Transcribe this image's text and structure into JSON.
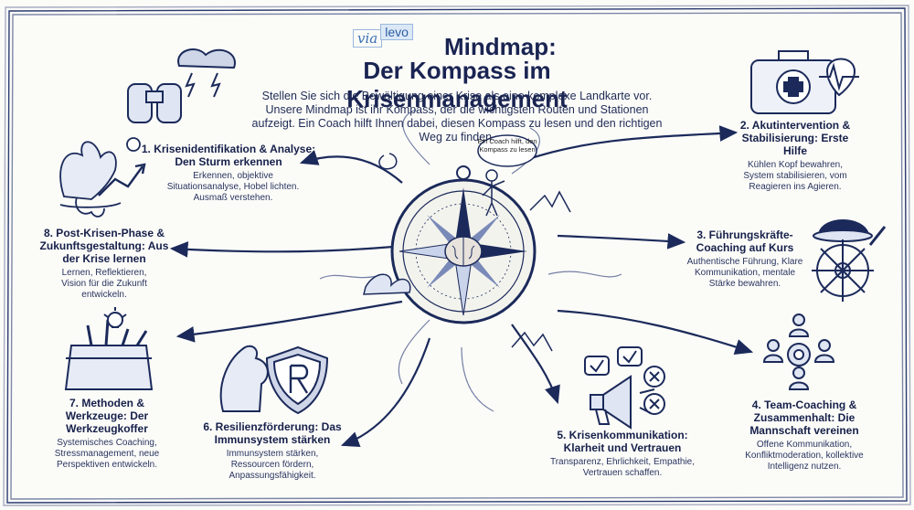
{
  "logo": {
    "via": "via",
    "levo": "levo"
  },
  "title": {
    "line1": "Mindmap:",
    "line2": "Der Kompass im Krisenmanagement"
  },
  "intro": "Stellen Sie sich die Bewältigung einer Krise als eine komplexe Landkarte vor. Unsere Mindmap ist ihr Kompass, der die wichtigsten Routen und Stationen aufzeigt. Ein Coach hilft Ihnen dabei, diesen Kompass zu lesen und den richtigen Weg zu finden.",
  "coach_bubble": "Ein Coach hilft, den Kompass zu lesen",
  "nodes": [
    {
      "heading": "1. Krisenidentifikation & Analyse: Den Sturm erkennen",
      "desc": "Erkennen, objektive Situationsanalyse, Hobel lichten. Ausmaß verstehen.",
      "icon": "binoculars-storm-icon"
    },
    {
      "heading": "2. Akutintervention & Stabilisierung: Erste Hilfe",
      "desc": "Kühlen Kopf bewahren, System stabilisieren, vom Reagieren ins Agieren.",
      "icon": "first-aid-kit-icon"
    },
    {
      "heading": "3. Führungskräfte-Coaching auf Kurs",
      "desc": "Authentische Führung, Klare Kommunikation, mentale Stärke bewahren.",
      "icon": "ship-wheel-icon"
    },
    {
      "heading": "4. Team-Coaching & Zusammenhalt: Die Mannschaft vereinen",
      "desc": "Offene Kommunikation, Konfliktmoderation, kollektive Intelligenz nutzen.",
      "icon": "team-gear-icon"
    },
    {
      "heading": "5. Krisenkommunikation: Klarheit und Vertrauen",
      "desc": "Transparenz, Ehrlichkeit, Empathie, Vertrauen schaffen.",
      "icon": "megaphone-icon"
    },
    {
      "heading": "6. Resilienzförderung: Das Immunsystem stärken",
      "desc": "Immunsystem stärken, Ressourcen fördern, Anpassungsfähigkeit.",
      "icon": "muscle-shield-icon"
    },
    {
      "heading": "7. Methoden & Werkzeuge: Der Werkzeugkoffer",
      "desc": "Systemisches Coaching, Stressmanagement, neue Perspektiven entwickeln.",
      "icon": "toolbox-icon"
    },
    {
      "heading": "8. Post-Krisen-Phase & Zukunftsgestaltung: Aus der Krise lernen",
      "desc": "Lernen, Reflektieren, Vision für die Zukunft entwickeln.",
      "icon": "phoenix-icon"
    }
  ],
  "colors": {
    "ink": "#1b2a5a",
    "accent": "#3a6fb5"
  }
}
